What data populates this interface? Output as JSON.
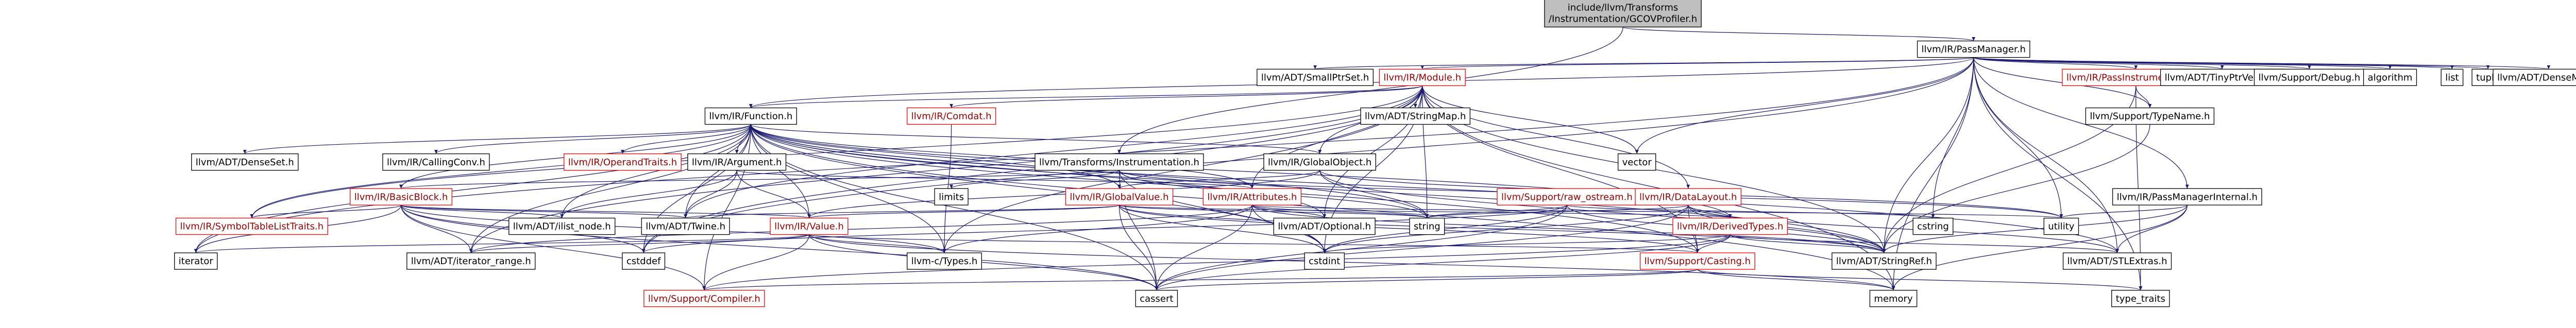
{
  "colors": {
    "root_fill": "#bfbfbf",
    "normal_fill": "#ffffff",
    "normal_stroke": "#000000",
    "normal_text": "#000000",
    "truncated_stroke": "#ff0000",
    "truncated_text": "#9a0000",
    "edge": "#191970"
  },
  "nodes": [
    {
      "id": "root",
      "lines": [
        "include/llvm/Transforms",
        "/Instrumentation/GCOVProfiler.h"
      ],
      "kind": "root"
    },
    {
      "id": "passmanager",
      "lines": [
        "llvm/IR/PassManager.h"
      ],
      "kind": "normal"
    },
    {
      "id": "smallptrset",
      "lines": [
        "llvm/ADT/SmallPtrSet.h"
      ],
      "kind": "normal"
    },
    {
      "id": "module",
      "lines": [
        "llvm/IR/Module.h"
      ],
      "kind": "truncated"
    },
    {
      "id": "passinstr",
      "lines": [
        "llvm/IR/PassInstrumentation.h"
      ],
      "kind": "truncated"
    },
    {
      "id": "tinyptrvector",
      "lines": [
        "llvm/ADT/TinyPtrVector.h"
      ],
      "kind": "normal"
    },
    {
      "id": "debug",
      "lines": [
        "llvm/Support/Debug.h"
      ],
      "kind": "normal"
    },
    {
      "id": "algorithm",
      "lines": [
        "algorithm"
      ],
      "kind": "normal"
    },
    {
      "id": "list",
      "lines": [
        "list"
      ],
      "kind": "normal"
    },
    {
      "id": "tuple",
      "lines": [
        "tuple"
      ],
      "kind": "normal"
    },
    {
      "id": "densemap",
      "lines": [
        "llvm/ADT/DenseMap.h"
      ],
      "kind": "normal"
    },
    {
      "id": "function",
      "lines": [
        "llvm/IR/Function.h"
      ],
      "kind": "normal"
    },
    {
      "id": "comdat",
      "lines": [
        "llvm/IR/Comdat.h"
      ],
      "kind": "truncated"
    },
    {
      "id": "stringmap",
      "lines": [
        "llvm/ADT/StringMap.h"
      ],
      "kind": "normal"
    },
    {
      "id": "typename",
      "lines": [
        "llvm/Support/TypeName.h"
      ],
      "kind": "normal"
    },
    {
      "id": "denseset",
      "lines": [
        "llvm/ADT/DenseSet.h"
      ],
      "kind": "normal"
    },
    {
      "id": "callingconv",
      "lines": [
        "llvm/IR/CallingConv.h"
      ],
      "kind": "normal"
    },
    {
      "id": "operandtraits",
      "lines": [
        "llvm/IR/OperandTraits.h"
      ],
      "kind": "truncated"
    },
    {
      "id": "argument",
      "lines": [
        "llvm/IR/Argument.h"
      ],
      "kind": "normal"
    },
    {
      "id": "transinstr",
      "lines": [
        "llvm/Transforms/Instrumentation.h"
      ],
      "kind": "normal"
    },
    {
      "id": "globalobject",
      "lines": [
        "llvm/IR/GlobalObject.h"
      ],
      "kind": "normal"
    },
    {
      "id": "vector",
      "lines": [
        "vector"
      ],
      "kind": "normal"
    },
    {
      "id": "basicblock",
      "lines": [
        "llvm/IR/BasicBlock.h"
      ],
      "kind": "truncated"
    },
    {
      "id": "limits",
      "lines": [
        "limits"
      ],
      "kind": "normal"
    },
    {
      "id": "globalvalue",
      "lines": [
        "llvm/IR/GlobalValue.h"
      ],
      "kind": "truncated"
    },
    {
      "id": "attributes",
      "lines": [
        "llvm/IR/Attributes.h"
      ],
      "kind": "truncated"
    },
    {
      "id": "rawostream",
      "lines": [
        "llvm/Support/raw_ostream.h"
      ],
      "kind": "truncated"
    },
    {
      "id": "datalayout",
      "lines": [
        "llvm/IR/DataLayout.h"
      ],
      "kind": "truncated"
    },
    {
      "id": "passmgrinternal",
      "lines": [
        "llvm/IR/PassManagerInternal.h"
      ],
      "kind": "normal"
    },
    {
      "id": "symboltable",
      "lines": [
        "llvm/IR/SymbolTableListTraits.h"
      ],
      "kind": "truncated"
    },
    {
      "id": "ilistnode",
      "lines": [
        "llvm/ADT/ilist_node.h"
      ],
      "kind": "normal"
    },
    {
      "id": "twine",
      "lines": [
        "llvm/ADT/Twine.h"
      ],
      "kind": "normal"
    },
    {
      "id": "value",
      "lines": [
        "llvm/IR/Value.h"
      ],
      "kind": "truncated"
    },
    {
      "id": "string",
      "lines": [
        "string"
      ],
      "kind": "normal"
    },
    {
      "id": "optional",
      "lines": [
        "llvm/ADT/Optional.h"
      ],
      "kind": "normal"
    },
    {
      "id": "derivedtypes",
      "lines": [
        "llvm/IR/DerivedTypes.h"
      ],
      "kind": "truncated"
    },
    {
      "id": "cstring",
      "lines": [
        "cstring"
      ],
      "kind": "normal"
    },
    {
      "id": "utility",
      "lines": [
        "utility"
      ],
      "kind": "normal"
    },
    {
      "id": "iterator",
      "lines": [
        "iterator"
      ],
      "kind": "normal"
    },
    {
      "id": "iteratorrange",
      "lines": [
        "llvm/ADT/iterator_range.h"
      ],
      "kind": "normal"
    },
    {
      "id": "cstddef",
      "lines": [
        "cstddef"
      ],
      "kind": "normal"
    },
    {
      "id": "ctypes",
      "lines": [
        "llvm-c/Types.h"
      ],
      "kind": "normal"
    },
    {
      "id": "cstdint",
      "lines": [
        "cstdint"
      ],
      "kind": "normal"
    },
    {
      "id": "casting",
      "lines": [
        "llvm/Support/Casting.h"
      ],
      "kind": "truncated"
    },
    {
      "id": "stringref",
      "lines": [
        "llvm/ADT/StringRef.h"
      ],
      "kind": "normal"
    },
    {
      "id": "stlextras",
      "lines": [
        "llvm/ADT/STLExtras.h"
      ],
      "kind": "normal"
    },
    {
      "id": "compiler",
      "lines": [
        "llvm/Support/Compiler.h"
      ],
      "kind": "truncated"
    },
    {
      "id": "cassert",
      "lines": [
        "cassert"
      ],
      "kind": "normal"
    },
    {
      "id": "memory",
      "lines": [
        "memory"
      ],
      "kind": "normal"
    },
    {
      "id": "typetraits",
      "lines": [
        "type_traits"
      ],
      "kind": "normal"
    }
  ],
  "edges": [
    [
      "root",
      "passmanager"
    ],
    [
      "root",
      "transinstr"
    ],
    [
      "passmanager",
      "smallptrset"
    ],
    [
      "passmanager",
      "module"
    ],
    [
      "passmanager",
      "passinstr"
    ],
    [
      "passmanager",
      "tinyptrvector"
    ],
    [
      "passmanager",
      "debug"
    ],
    [
      "passmanager",
      "algorithm"
    ],
    [
      "passmanager",
      "list"
    ],
    [
      "passmanager",
      "tuple"
    ],
    [
      "passmanager",
      "densemap"
    ],
    [
      "passmanager",
      "typename"
    ],
    [
      "passmanager",
      "passmgrinternal"
    ],
    [
      "passmanager",
      "function"
    ],
    [
      "passmanager",
      "vector"
    ],
    [
      "passmanager",
      "utility"
    ],
    [
      "passmanager",
      "memory"
    ],
    [
      "passmanager",
      "cstring"
    ],
    [
      "passmanager",
      "stlextras"
    ],
    [
      "passmanager",
      "stringref"
    ],
    [
      "passmanager",
      "typetraits"
    ],
    [
      "passmanager",
      "iterator"
    ],
    [
      "passmanager",
      "cstddef"
    ],
    [
      "module",
      "function"
    ],
    [
      "module",
      "comdat"
    ],
    [
      "module",
      "stringmap"
    ],
    [
      "module",
      "globalobject"
    ],
    [
      "module",
      "datalayout"
    ],
    [
      "module",
      "attributes"
    ],
    [
      "module",
      "symboltable"
    ],
    [
      "module",
      "string"
    ],
    [
      "module",
      "vector"
    ],
    [
      "module",
      "cstddef"
    ],
    [
      "module",
      "iteratorrange"
    ],
    [
      "module",
      "stringref"
    ],
    [
      "module",
      "memory"
    ],
    [
      "module",
      "ctypes"
    ],
    [
      "module",
      "optional"
    ],
    [
      "module",
      "cstdint"
    ],
    [
      "module",
      "twine"
    ],
    [
      "module",
      "casting"
    ],
    [
      "passinstr",
      "typename"
    ],
    [
      "passinstr",
      "stringref"
    ],
    [
      "passinstr",
      "typetraits"
    ],
    [
      "function",
      "denseset"
    ],
    [
      "function",
      "callingconv"
    ],
    [
      "function",
      "operandtraits"
    ],
    [
      "function",
      "argument"
    ],
    [
      "function",
      "globalobject"
    ],
    [
      "function",
      "basicblock"
    ],
    [
      "function",
      "attributes"
    ],
    [
      "function",
      "globalvalue"
    ],
    [
      "function",
      "derivedtypes"
    ],
    [
      "function",
      "symboltable"
    ],
    [
      "function",
      "ilistnode"
    ],
    [
      "function",
      "twine"
    ],
    [
      "function",
      "value"
    ],
    [
      "function",
      "string"
    ],
    [
      "function",
      "stringref"
    ],
    [
      "function",
      "iteratorrange"
    ],
    [
      "function",
      "cstddef"
    ],
    [
      "function",
      "cstdint"
    ],
    [
      "function",
      "compiler"
    ],
    [
      "function",
      "cassert"
    ],
    [
      "function",
      "casting"
    ],
    [
      "function",
      "memory"
    ],
    [
      "function",
      "ctypes"
    ],
    [
      "function",
      "iterator"
    ],
    [
      "function",
      "stlextras"
    ],
    [
      "function",
      "optional"
    ],
    [
      "comdat",
      "ctypes"
    ],
    [
      "typename",
      "stringref"
    ],
    [
      "argument",
      "ilistnode"
    ],
    [
      "argument",
      "twine"
    ],
    [
      "argument",
      "value"
    ],
    [
      "argument",
      "attributes"
    ],
    [
      "transinstr",
      "basicblock"
    ],
    [
      "transinstr",
      "cassert"
    ],
    [
      "transinstr",
      "cstdint"
    ],
    [
      "transinstr",
      "limits"
    ],
    [
      "transinstr",
      "string"
    ],
    [
      "transinstr",
      "utility"
    ],
    [
      "globalobject",
      "globalvalue"
    ],
    [
      "globalobject",
      "stringref"
    ],
    [
      "globalobject",
      "value"
    ],
    [
      "globalobject",
      "string"
    ],
    [
      "globalobject",
      "utility"
    ],
    [
      "basicblock",
      "symboltable"
    ],
    [
      "basicblock",
      "ilistnode"
    ],
    [
      "basicblock",
      "twine"
    ],
    [
      "basicblock",
      "value"
    ],
    [
      "basicblock",
      "iteratorrange"
    ],
    [
      "basicblock",
      "iterator"
    ],
    [
      "basicblock",
      "cstddef"
    ],
    [
      "basicblock",
      "cassert"
    ],
    [
      "basicblock",
      "ctypes"
    ],
    [
      "basicblock",
      "compiler"
    ],
    [
      "globalvalue",
      "twine"
    ],
    [
      "globalvalue",
      "value"
    ],
    [
      "globalvalue",
      "derivedtypes"
    ],
    [
      "globalvalue",
      "casting"
    ],
    [
      "globalvalue",
      "stringref"
    ],
    [
      "globalvalue",
      "cassert"
    ],
    [
      "globalvalue",
      "cstdint"
    ],
    [
      "globalvalue",
      "string"
    ],
    [
      "attributes",
      "optional"
    ],
    [
      "attributes",
      "stringref"
    ],
    [
      "attributes",
      "ctypes"
    ],
    [
      "attributes",
      "cassert"
    ],
    [
      "attributes",
      "cstdint"
    ],
    [
      "attributes",
      "string"
    ],
    [
      "attributes",
      "utility"
    ],
    [
      "attributes",
      "iteratorrange"
    ],
    [
      "rawostream",
      "stringref"
    ],
    [
      "rawostream",
      "cassert"
    ],
    [
      "rawostream",
      "cstddef"
    ],
    [
      "rawostream",
      "cstdint"
    ],
    [
      "rawostream",
      "cstring"
    ],
    [
      "rawostream",
      "string"
    ],
    [
      "datalayout",
      "derivedtypes"
    ],
    [
      "datalayout",
      "stringref"
    ],
    [
      "datalayout",
      "casting"
    ],
    [
      "datalayout",
      "cassert"
    ],
    [
      "datalayout",
      "cstdint"
    ],
    [
      "datalayout",
      "string"
    ],
    [
      "datalayout",
      "stlextras"
    ],
    [
      "passmgrinternal",
      "stlextras"
    ],
    [
      "passmgrinternal",
      "stringref"
    ],
    [
      "passmgrinternal",
      "memory"
    ],
    [
      "passmgrinternal",
      "utility"
    ],
    [
      "value",
      "ctypes"
    ],
    [
      "value",
      "iteratorrange"
    ],
    [
      "value",
      "casting"
    ],
    [
      "value",
      "compiler"
    ],
    [
      "value",
      "cassert"
    ],
    [
      "value",
      "iterator"
    ],
    [
      "value",
      "memory"
    ],
    [
      "derivedtypes",
      "stringref"
    ],
    [
      "derivedtypes",
      "casting"
    ],
    [
      "derivedtypes",
      "cassert"
    ],
    [
      "derivedtypes",
      "cstdint"
    ],
    [
      "derivedtypes",
      "compiler"
    ],
    [
      "derivedtypes",
      "stlextras"
    ],
    [
      "casting",
      "cassert"
    ],
    [
      "casting",
      "memory"
    ],
    [
      "casting",
      "typetraits"
    ],
    [
      "casting",
      "compiler"
    ]
  ]
}
